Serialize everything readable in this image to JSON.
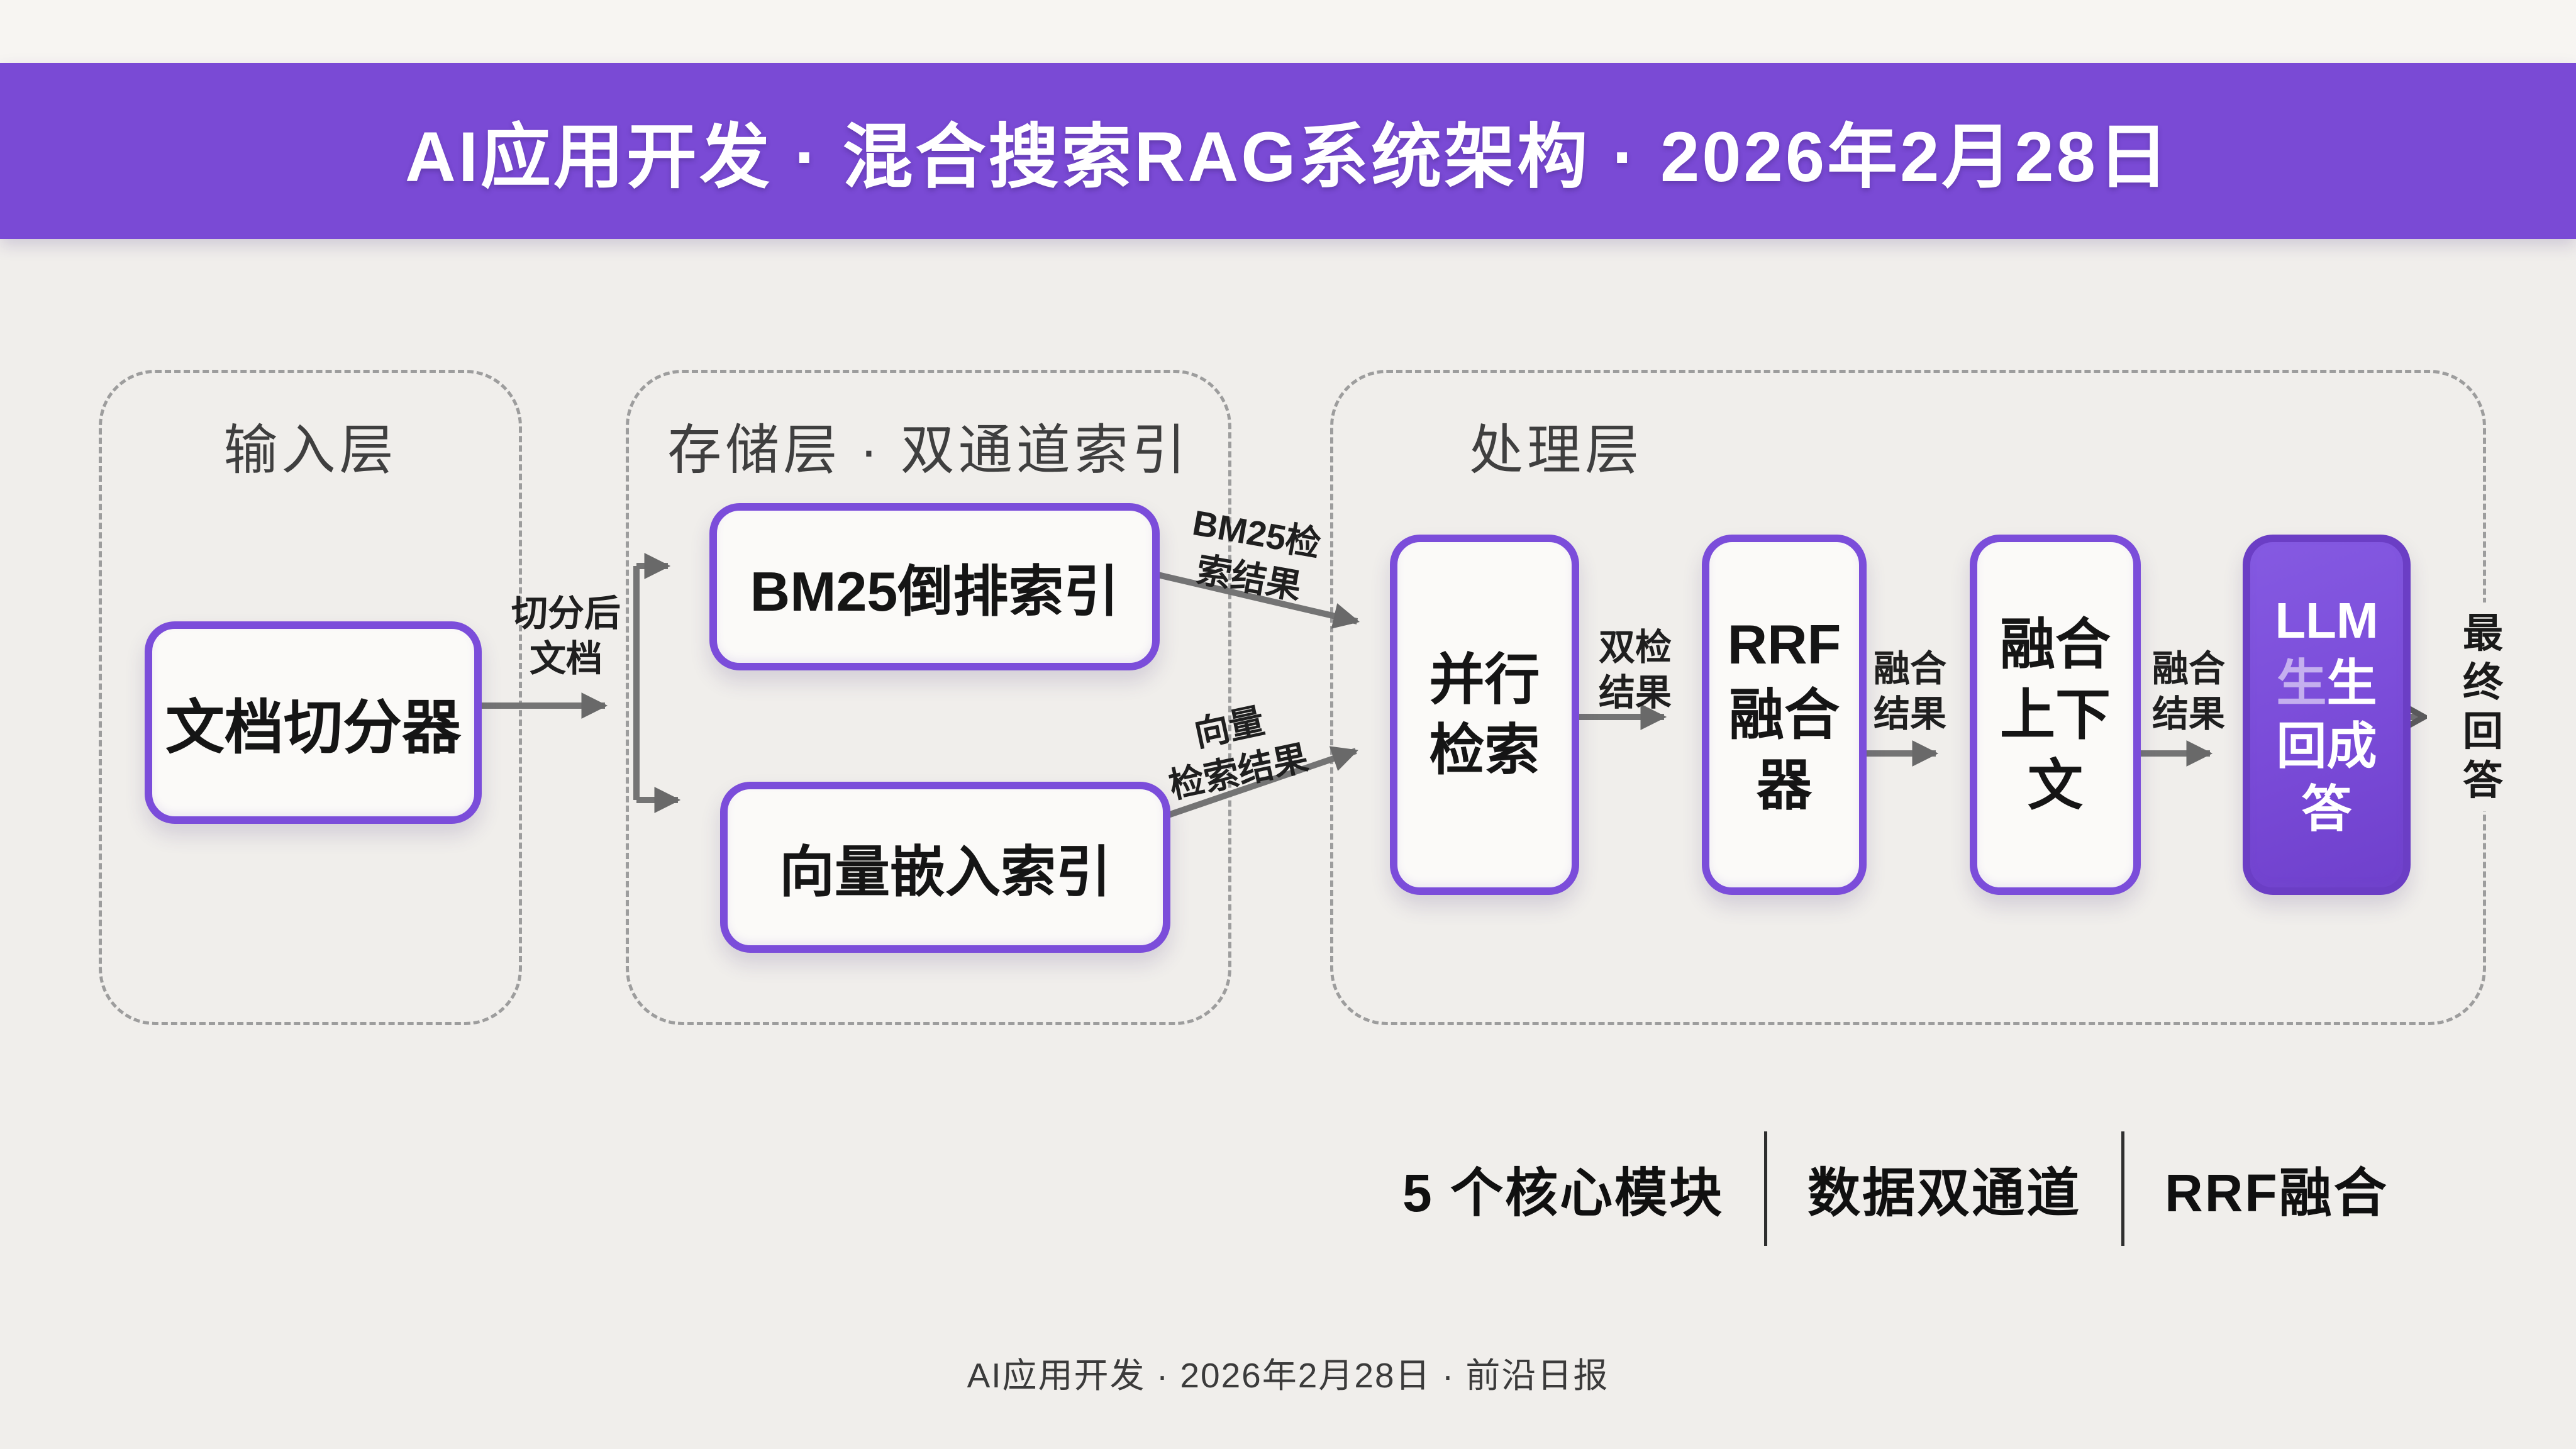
{
  "banner": {
    "title": "AI应用开发 · 混合搜索RAG系统架构 · 2026年2月28日"
  },
  "groups": {
    "input": {
      "label": "输入层"
    },
    "storage": {
      "label": "存储层 · 双通道索引"
    },
    "process": {
      "label": "处理层"
    }
  },
  "nodes": {
    "splitter": {
      "label": "文档切分器"
    },
    "bm25": {
      "label": "BM25倒排索引"
    },
    "vector": {
      "label": "向量嵌入索引"
    },
    "parallel": {
      "lines": [
        "并行",
        "检索"
      ]
    },
    "rrf": {
      "lines": [
        "RRF",
        "融合",
        "器"
      ]
    },
    "context": {
      "lines": [
        "融合",
        "上下",
        "文"
      ]
    },
    "llm": {
      "lines": [
        "LLM",
        "生生",
        "回成",
        "答"
      ]
    }
  },
  "edge_labels": {
    "split": {
      "lines": [
        "切分后",
        "文档"
      ]
    },
    "bm25_out": {
      "lines": [
        "BM25检",
        "索结果"
      ]
    },
    "vector_out": {
      "lines": [
        "向量",
        "检索结果"
      ]
    },
    "dual": {
      "lines": [
        "双检",
        "结果"
      ]
    },
    "fused1": {
      "lines": [
        "融合",
        "结果"
      ]
    },
    "fused2": {
      "lines": [
        "融合",
        "结果"
      ]
    },
    "final": {
      "lines": [
        "最",
        "终",
        "回",
        "答"
      ]
    }
  },
  "stats": {
    "items": [
      "5 个核心模块",
      "数据双通道",
      "RRF融合"
    ]
  },
  "footer": {
    "text": "AI应用开发 · 2026年2月28日 · 前沿日报"
  },
  "colors": {
    "banner_bg": "#7A4AD5",
    "node_border": "#7B4DDA",
    "llm_fill": "#7A4BD8",
    "arrow": "#747474",
    "dashed_border": "#9D9D9D",
    "background": "#F0EEEB"
  }
}
